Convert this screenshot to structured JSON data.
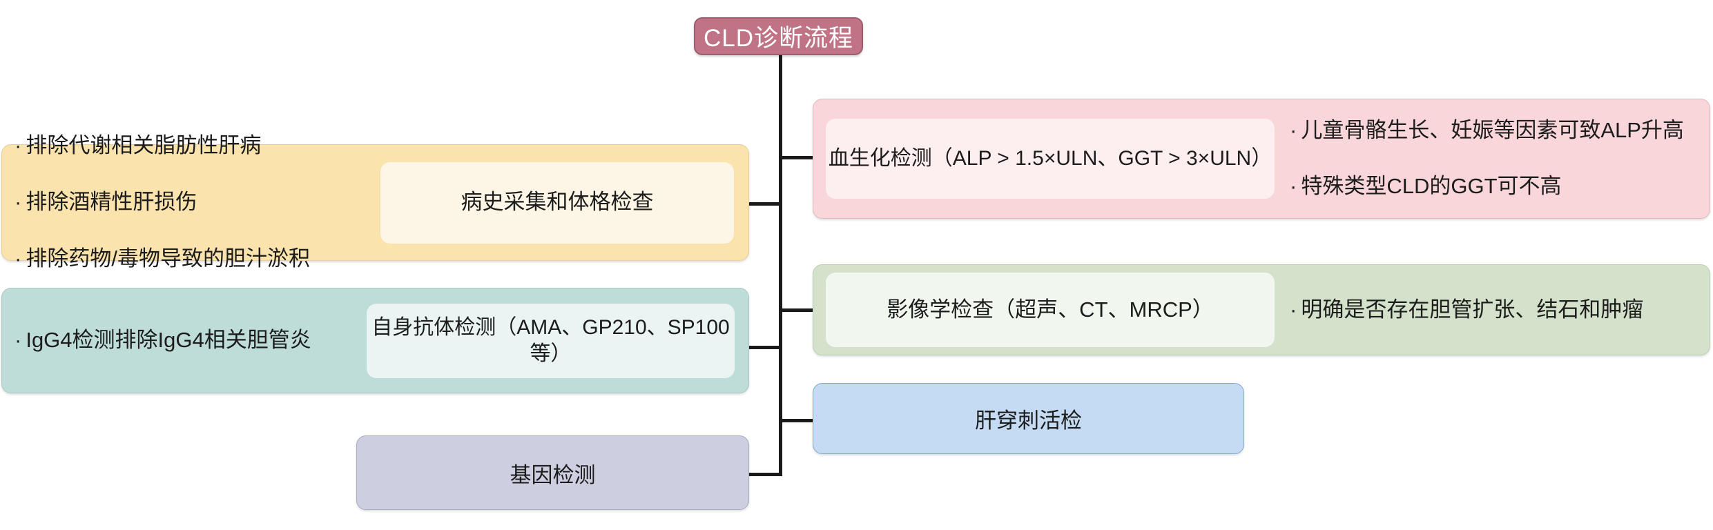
{
  "diagram": {
    "type": "flowchart-mindmap",
    "root": {
      "label": "CLD诊断流程"
    },
    "branches": {
      "history": {
        "label": "病史采集和体格检查",
        "notes": [
          "排除代谢相关脂肪性肝病",
          "排除酒精性肝损伤",
          "排除药物/毒物导致的胆汁淤积"
        ],
        "color": "#fae3ad"
      },
      "biochem": {
        "label": "血生化检测（ALP > 1.5×ULN、GGT > 3×ULN）",
        "notes": [
          "儿童骨骼生长、妊娠等因素可致ALP升高",
          "特殊类型CLD的GGT可不高"
        ],
        "color": "#f8d6da"
      },
      "autoantibody": {
        "label": "自身抗体检测（AMA、GP210、SP100等）",
        "notes": [
          "IgG4检测排除IgG4相关胆管炎"
        ],
        "color": "#bedcd8"
      },
      "imaging": {
        "label": "影像学检查（超声、CT、MRCP）",
        "notes": [
          "明确是否存在胆管扩张、结石和肿瘤"
        ],
        "color": "#d4e2cb"
      },
      "genetic": {
        "label": "基因检测",
        "notes": [],
        "color": "#cdcee0"
      },
      "biopsy": {
        "label": "肝穿刺活检",
        "notes": [],
        "color": "#c4dbf3"
      }
    }
  }
}
